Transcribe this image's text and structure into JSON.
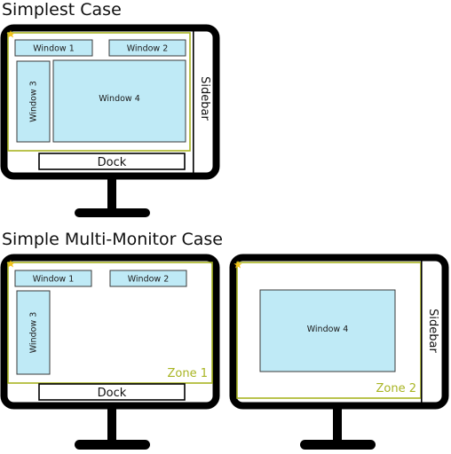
{
  "colors": {
    "monitor_frame": "#000000",
    "window_fill": "#bfeaf6",
    "window_stroke": "#3a3a3a",
    "zone_outline": "#a8b422",
    "zone_label": "#a8b422",
    "star": "#f2c21b"
  },
  "icons": {
    "origin_marker": "star-icon"
  },
  "simplest": {
    "heading": "Simplest Case",
    "windows": {
      "w1": "Window 1",
      "w2": "Window 2",
      "w3": "Window 3",
      "w4": "Window 4"
    },
    "dock": "Dock",
    "sidebar": "Sidebar"
  },
  "multi": {
    "heading": "Simple Multi-Monitor Case",
    "left_monitor": {
      "windows": {
        "w1": "Window 1",
        "w2": "Window 2",
        "w3": "Window 3"
      },
      "zone": "Zone 1",
      "dock": "Dock"
    },
    "right_monitor": {
      "windows": {
        "w4": "Window 4"
      },
      "zone": "Zone 2",
      "sidebar": "Sidebar"
    }
  }
}
